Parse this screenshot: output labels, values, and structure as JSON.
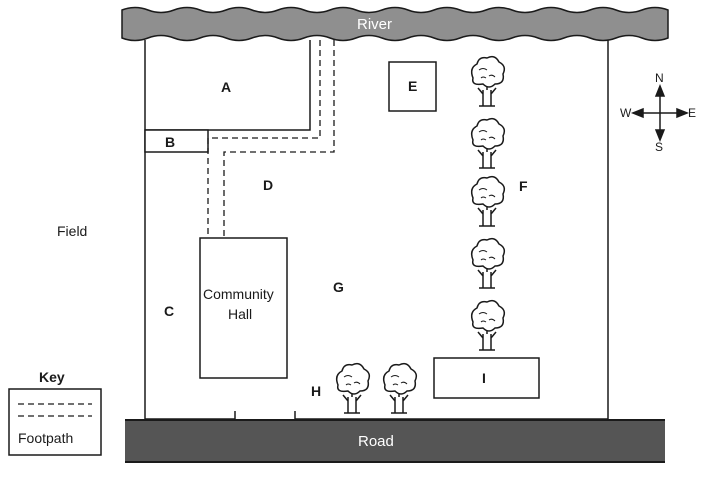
{
  "labels": {
    "river": "River",
    "road": "Road",
    "field": "Field",
    "community_hall_line1": "Community",
    "community_hall_line2": "Hall",
    "a": "A",
    "b": "B",
    "c": "C",
    "d": "D",
    "e": "E",
    "f": "F",
    "g": "G",
    "h": "H",
    "i": "I"
  },
  "compass": {
    "n": "N",
    "s": "S",
    "e": "E",
    "w": "W"
  },
  "key": {
    "title": "Key",
    "footpath": "Footpath"
  },
  "colors": {
    "river": "#8f8f8f",
    "road": "#555555",
    "line": "#1a1a1a"
  }
}
